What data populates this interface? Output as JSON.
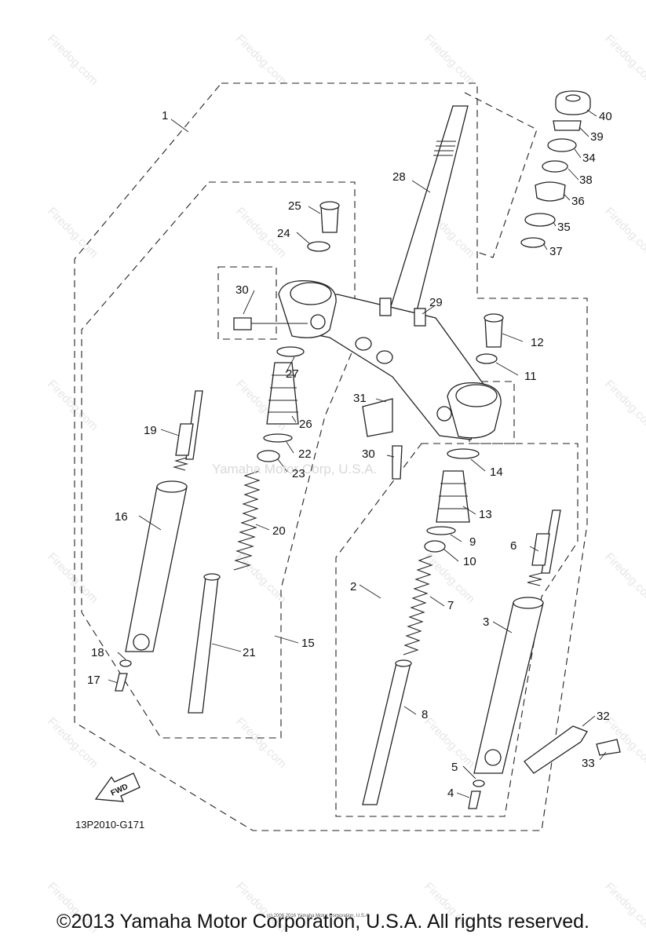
{
  "diagram": {
    "code": "13P2010-G171",
    "arrow_label": "FWD",
    "watermark_center": "Yamaha Motor Corp, U.S.A.",
    "watermark_tile": "Firedog.com",
    "small_copyright": "(c) 2006 2016 Yamaha Motor Corporation, U.S.A.",
    "copyright": "©2013 Yamaha Motor Corporation, U.S.A. All rights reserved.",
    "callouts": {
      "p1": "1",
      "p2": "2",
      "p3": "3",
      "p4": "4",
      "p5": "5",
      "p6": "6",
      "p7": "7",
      "p8": "8",
      "p9": "9",
      "p10": "10",
      "p11": "11",
      "p12": "12",
      "p13": "13",
      "p14": "14",
      "p15": "15",
      "p16": "16",
      "p17": "17",
      "p18": "18",
      "p19": "19",
      "p20": "20",
      "p21": "21",
      "p22": "22",
      "p23": "23",
      "p24": "24",
      "p25": "25",
      "p26": "26",
      "p27": "27",
      "p28": "28",
      "p29": "29",
      "p30a": "30",
      "p30b": "30",
      "p31": "31",
      "p32": "32",
      "p33": "33",
      "p34": "34",
      "p35": "35",
      "p36": "36",
      "p37": "37",
      "p38": "38",
      "p39": "39",
      "p40": "40"
    }
  }
}
